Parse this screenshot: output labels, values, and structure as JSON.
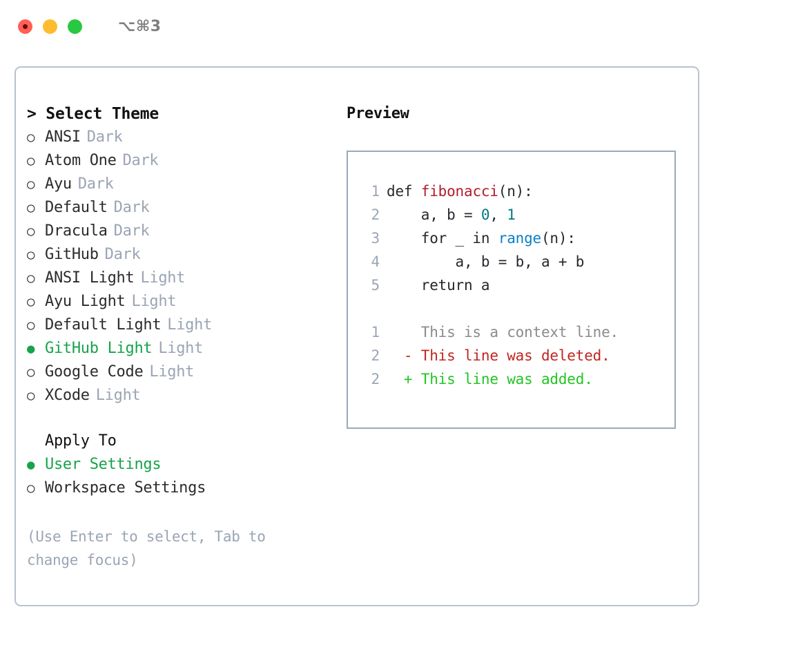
{
  "titlebar": {
    "shortcut": "⌥⌘3",
    "lights": [
      {
        "name": "close",
        "color": "#ff5f57"
      },
      {
        "name": "minimize",
        "color": "#febc2e"
      },
      {
        "name": "zoom",
        "color": "#28c840"
      }
    ]
  },
  "theme_picker": {
    "heading": "> Select Theme",
    "bullet_selected": "●",
    "bullet_unselected": "○",
    "accent_color": "#16a34a",
    "muted_color": "#9aa5b4",
    "items": [
      {
        "label": "ANSI",
        "badge": "Dark",
        "selected": false
      },
      {
        "label": "Atom One",
        "badge": "Dark",
        "selected": false
      },
      {
        "label": "Ayu",
        "badge": "Dark",
        "selected": false
      },
      {
        "label": "Default",
        "badge": "Dark",
        "selected": false
      },
      {
        "label": "Dracula",
        "badge": "Dark",
        "selected": false
      },
      {
        "label": "GitHub",
        "badge": "Dark",
        "selected": false
      },
      {
        "label": "ANSI Light",
        "badge": "Light",
        "selected": false
      },
      {
        "label": "Ayu Light",
        "badge": "Light",
        "selected": false
      },
      {
        "label": "Default Light",
        "badge": "Light",
        "selected": false
      },
      {
        "label": "GitHub Light",
        "badge": "Light",
        "selected": true
      },
      {
        "label": "Google Code",
        "badge": "Light",
        "selected": false
      },
      {
        "label": "XCode",
        "badge": "Light",
        "selected": false
      }
    ]
  },
  "apply_to": {
    "heading": "Apply To",
    "items": [
      {
        "label": "User Settings",
        "selected": true
      },
      {
        "label": "Workspace Settings",
        "selected": false
      }
    ]
  },
  "hint": "(Use Enter to select, Tab to change focus)",
  "preview": {
    "title": "Preview",
    "code_lines": [
      {
        "no": "1",
        "segments": [
          {
            "text": "def ",
            "type": "plain"
          },
          {
            "text": "fibonacci",
            "type": "fn"
          },
          {
            "text": "(n):",
            "type": "plain"
          }
        ]
      },
      {
        "no": "2",
        "segments": [
          {
            "text": "    a, b = ",
            "type": "plain"
          },
          {
            "text": "0",
            "type": "num"
          },
          {
            "text": ", ",
            "type": "plain"
          },
          {
            "text": "1",
            "type": "num"
          }
        ]
      },
      {
        "no": "3",
        "segments": [
          {
            "text": "    for _ in ",
            "type": "plain"
          },
          {
            "text": "range",
            "type": "call"
          },
          {
            "text": "(n):",
            "type": "plain"
          }
        ]
      },
      {
        "no": "4",
        "segments": [
          {
            "text": "        a, b = b, a + b",
            "type": "plain"
          }
        ]
      },
      {
        "no": "5",
        "segments": [
          {
            "text": "    return a",
            "type": "plain"
          }
        ]
      }
    ],
    "diff_lines": [
      {
        "no": "1",
        "marker": " ",
        "text": " This is a context line.",
        "kind": "ctx"
      },
      {
        "no": "2",
        "marker": "-",
        "text": " This line was deleted.",
        "kind": "del"
      },
      {
        "no": "2",
        "marker": "+",
        "text": " This line was added.",
        "kind": "add"
      }
    ]
  }
}
